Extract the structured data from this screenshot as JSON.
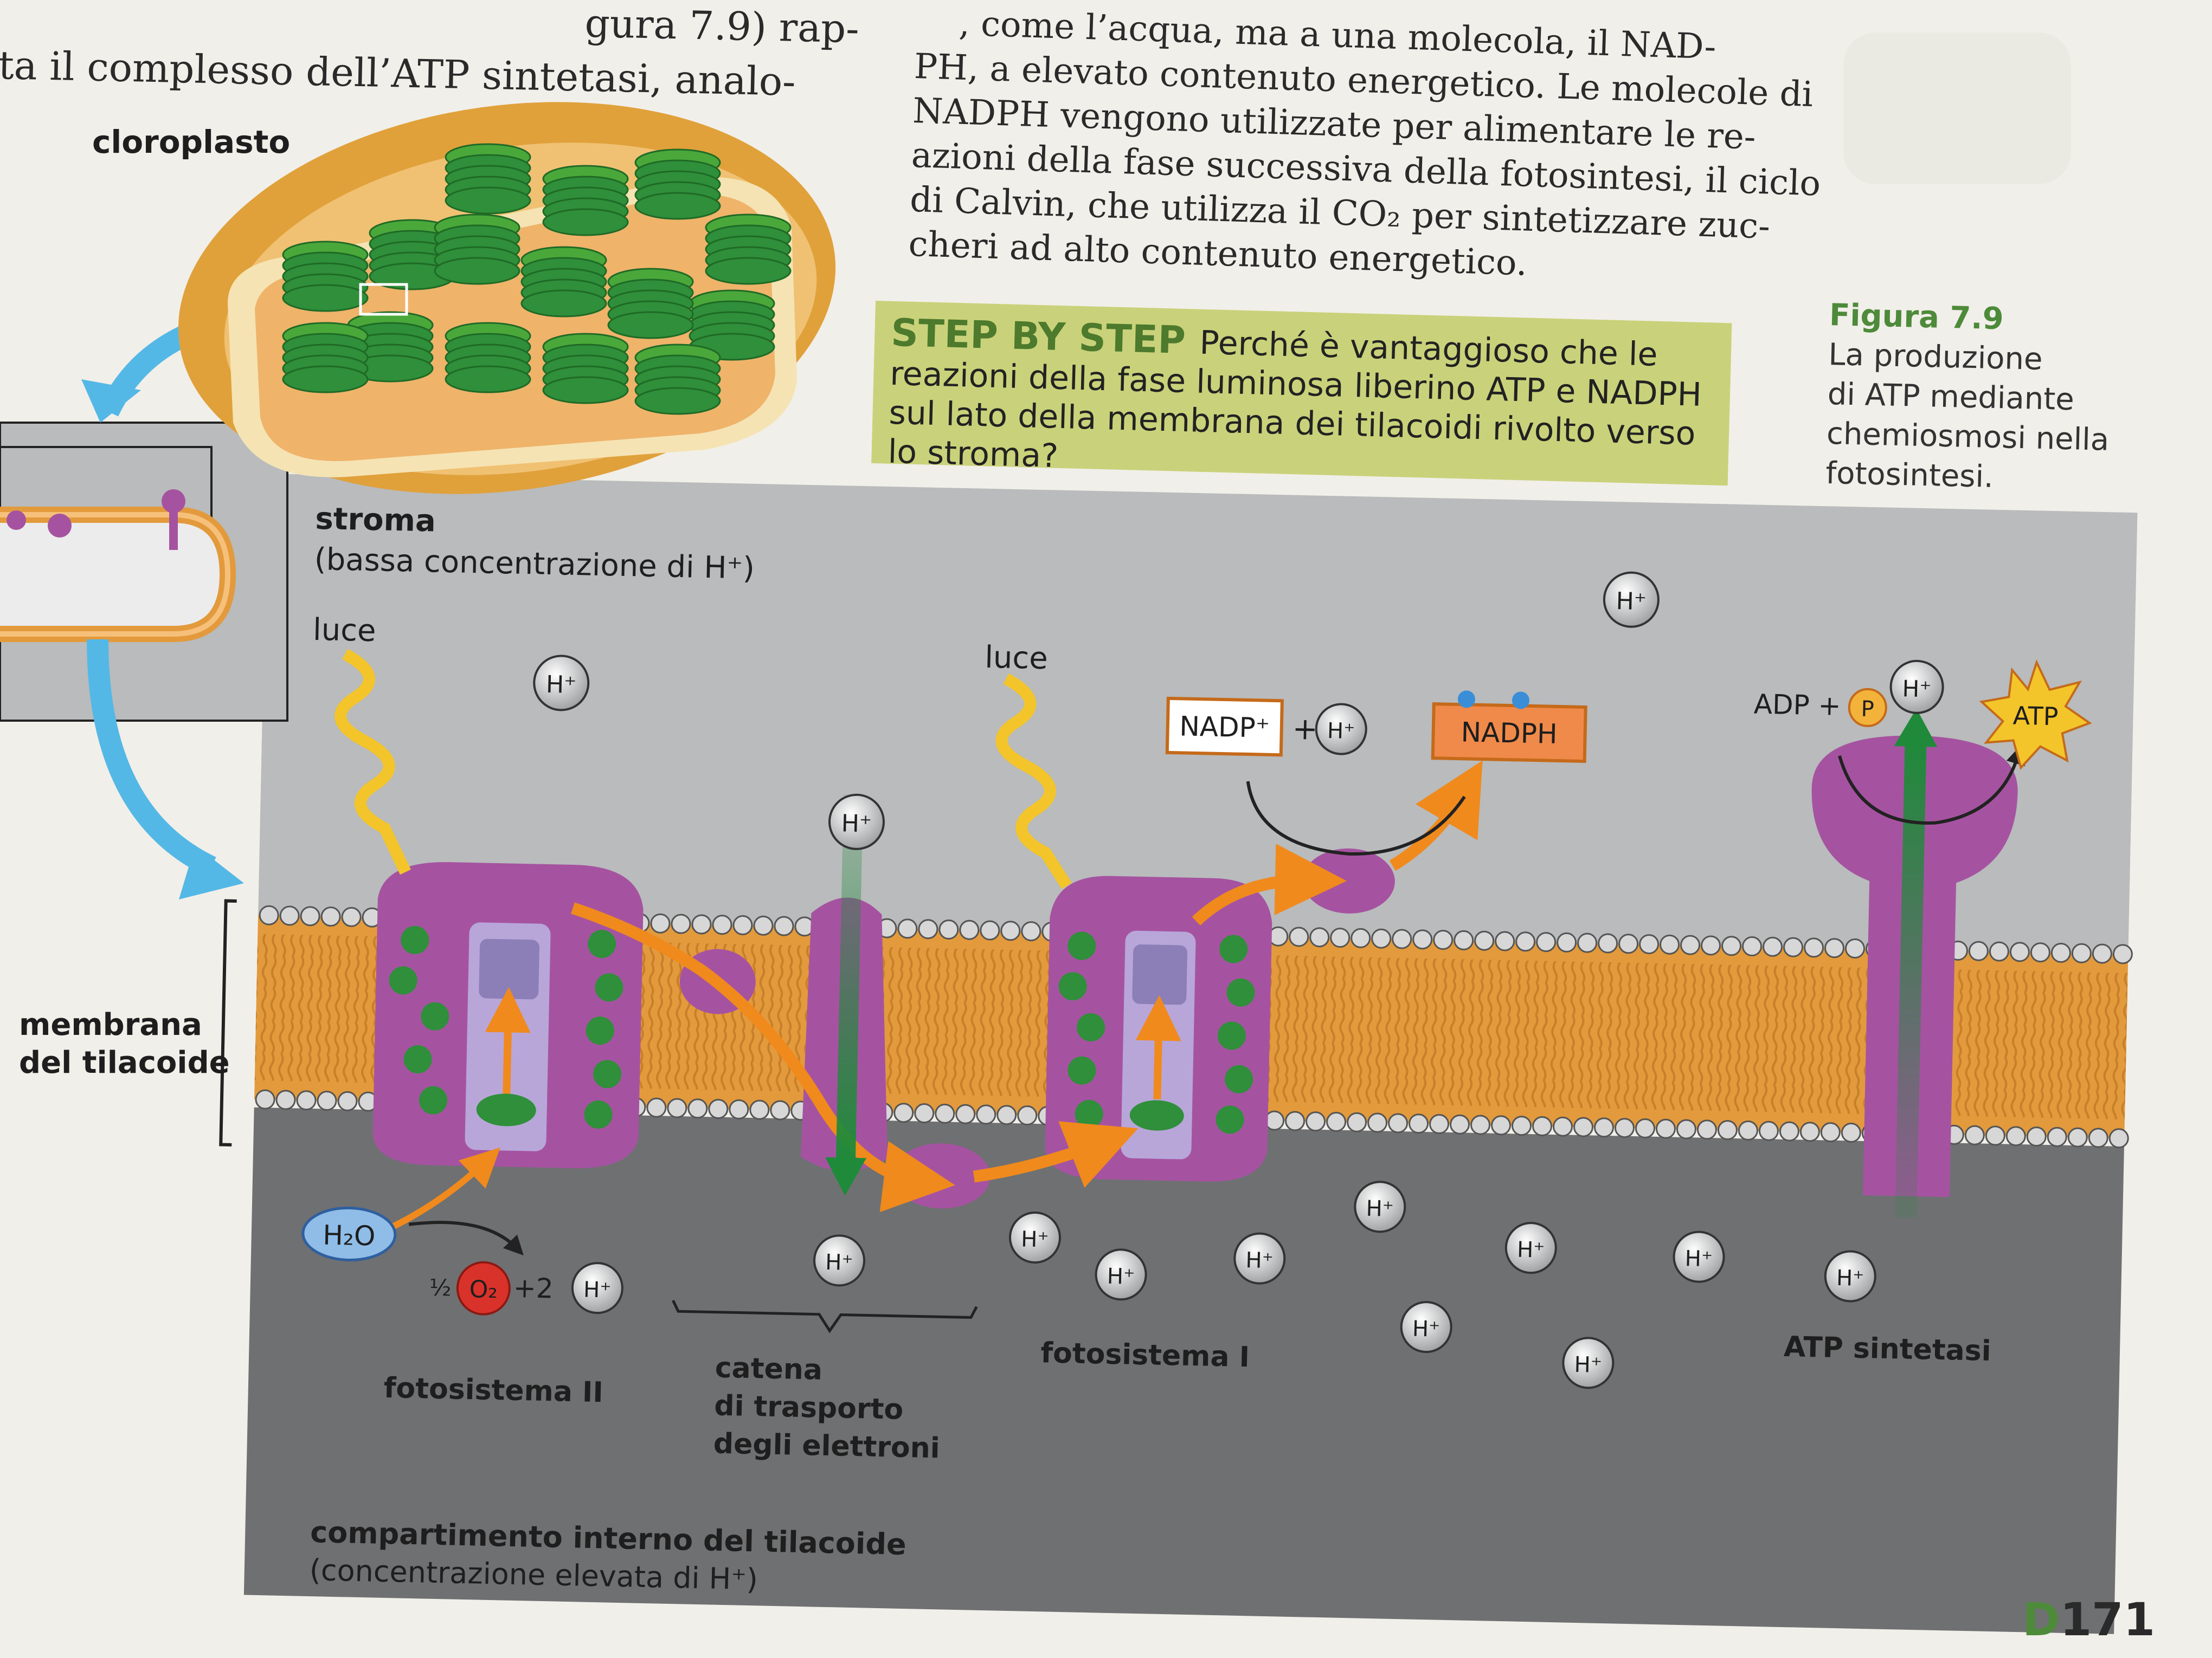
{
  "page": {
    "top_left_lines": [
      "ta il complesso dell’ATP sintetasi, analo-"
    ],
    "top_left_fragment": "gura 7.9) rap-",
    "body_lines": [
      ", come l’acqua, ma a una molecola, il NAD-",
      "PH, a elevato contenuto energetico. Le molecole di",
      "NADPH vengono utilizzate per alimentare le re-",
      "azioni della fase successiva della fotosintesi, il ciclo",
      "di Calvin, che utilizza il CO₂ per sintetizzare zuc-",
      "cheri ad alto contenuto energetico."
    ],
    "step_by_step": {
      "title": "STEP BY STEP",
      "text": "Perché è vantaggioso che le reazioni della fase luminosa liberino ATP e NADPH sul lato della membrana dei tilacoidi rivolto verso lo stroma?"
    },
    "figure_caption": {
      "number": "Figura 7.9",
      "lines": [
        "La produzione",
        "di ATP mediante",
        "chemiosmosi nella",
        "fotosintesi."
      ]
    },
    "page_number_prefix": "D",
    "page_number": "171"
  },
  "diagram": {
    "chloroplast_label": "cloroplasto",
    "stroma_title": "stroma",
    "stroma_subtitle": "(bassa concentrazione di H⁺)",
    "light_label_1": "luce",
    "light_label_2": "luce",
    "hplus": "H⁺",
    "nadp_plus": "NADP⁺",
    "plus": "+",
    "nadph": "NADPH",
    "adp": "ADP +",
    "phosphate": "P",
    "atp": "ATP",
    "water": "H₂O",
    "oxygen_fraction": "½",
    "oxygen": "O₂",
    "two_hplus": "+2",
    "membrane_label_1": "membrana",
    "membrane_label_2": "del tilacoide",
    "photosystem_2": "fotosistema II",
    "etc_1": "catena",
    "etc_2": "di trasporto",
    "etc_3": "degli elettroni",
    "photosystem_1": "fotosistema I",
    "atp_synthase": "ATP sintetasi",
    "lumen_1": "compartimento interno del tilacoide",
    "lumen_2": "(concentrazione elevata di H⁺)"
  },
  "colors": {
    "stroma": "#b9bbbc",
    "lumen": "#6f7072",
    "membrane": "#e39a3c",
    "protein": "#a553a0",
    "chlorophyll": "#2f8f3a",
    "electron_arrow": "#f08a1c",
    "proton_arrow": "#1f8a3a",
    "light": "#f3c52a",
    "step_box": "#c9d27a",
    "accent_green": "#4d8a3a"
  }
}
